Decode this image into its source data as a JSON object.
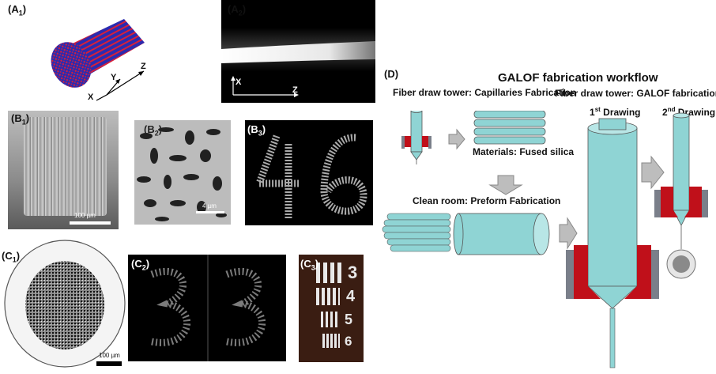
{
  "panels": {
    "a1": {
      "label": "A",
      "sub": "1",
      "axes": {
        "x": "X",
        "y": "Y",
        "z": "Z"
      }
    },
    "a2": {
      "label": "A",
      "sub": "2",
      "axes": {
        "x": "X",
        "z": "Z"
      }
    },
    "b1": {
      "label": "B",
      "sub": "1",
      "scale": "100 µm"
    },
    "b2": {
      "label": "B",
      "sub": "2",
      "scale": "4 µm"
    },
    "b3": {
      "label": "B",
      "sub": "3"
    },
    "c1": {
      "label": "C",
      "sub": "1",
      "scale": "100 µm"
    },
    "c2": {
      "label": "C",
      "sub": "2"
    },
    "c3": {
      "label": "C",
      "sub": "3",
      "target_numbers": [
        "3",
        "4",
        "5",
        "6"
      ]
    },
    "d": {
      "label": "(D)"
    }
  },
  "workflow": {
    "title": "GALOF fabrication workflow",
    "stage1": "Fiber draw tower: Capillaries Fabrication",
    "materials": "Materials: Fused silica",
    "stage2": "Clean room: Preform Fabrication",
    "stage3": "Fiber draw tower: GALOF fabrication",
    "first_drawing": {
      "num": "1",
      "sup": "st",
      "text": " Drawing"
    },
    "second_drawing": {
      "num": "2",
      "sup": "nd",
      "text": " Drawing"
    }
  },
  "colors": {
    "fiber_cyan": "#8fd4d4",
    "heater_red": "#c0101a",
    "heater_gray": "#7a7f8a",
    "fiber_blue": "#2b2bb0",
    "fiber_red": "#d6203a"
  }
}
